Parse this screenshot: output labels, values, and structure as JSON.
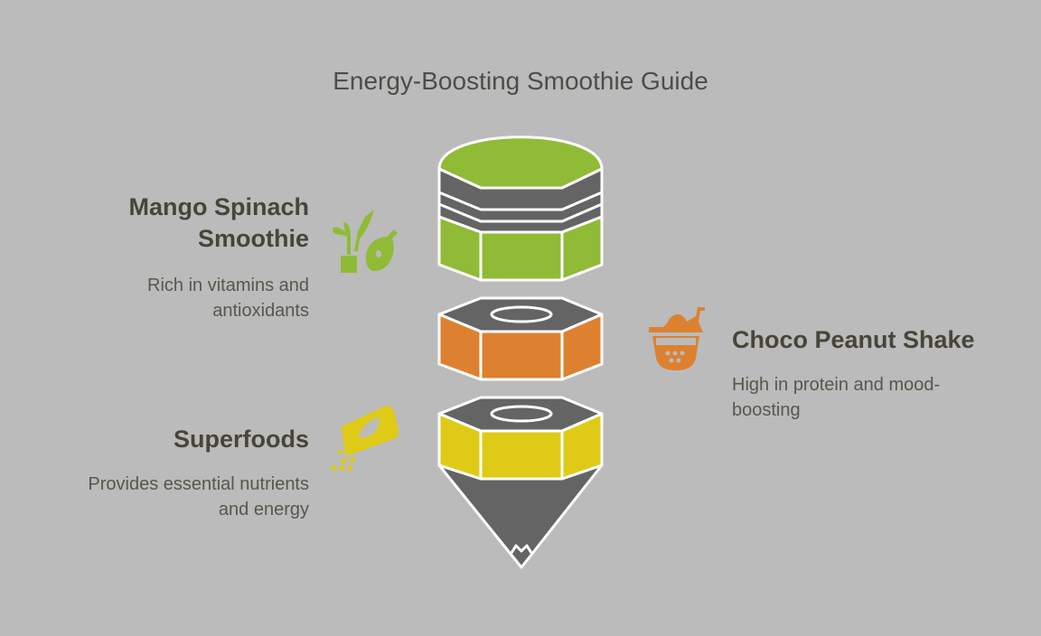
{
  "title": "Energy-Boosting Smoothie Guide",
  "items": [
    {
      "heading": "Mango Spinach Smoothie",
      "heading_lines": [
        "Mango Spinach",
        "Smoothie"
      ],
      "description_lines": [
        "Rich in vitamins and",
        "antioxidants"
      ],
      "icon": "plant-and-fruit-icon",
      "color": "#8fbb37"
    },
    {
      "heading": "Choco Peanut Shake",
      "heading_lines": [
        "Choco Peanut Shake"
      ],
      "description_lines": [
        "High in protein and mood-",
        "boosting"
      ],
      "icon": "bubble-tea-cup-icon",
      "color": "#dd8130"
    },
    {
      "heading": "Superfoods",
      "heading_lines": [
        "Superfoods"
      ],
      "description_lines": [
        "Provides essential nutrients",
        "and energy"
      ],
      "icon": "seed-packet-icon",
      "color": "#dfcb17"
    }
  ],
  "colors": {
    "background": "#bbbbbb",
    "dark": "#646464",
    "outline": "#ffffff"
  }
}
